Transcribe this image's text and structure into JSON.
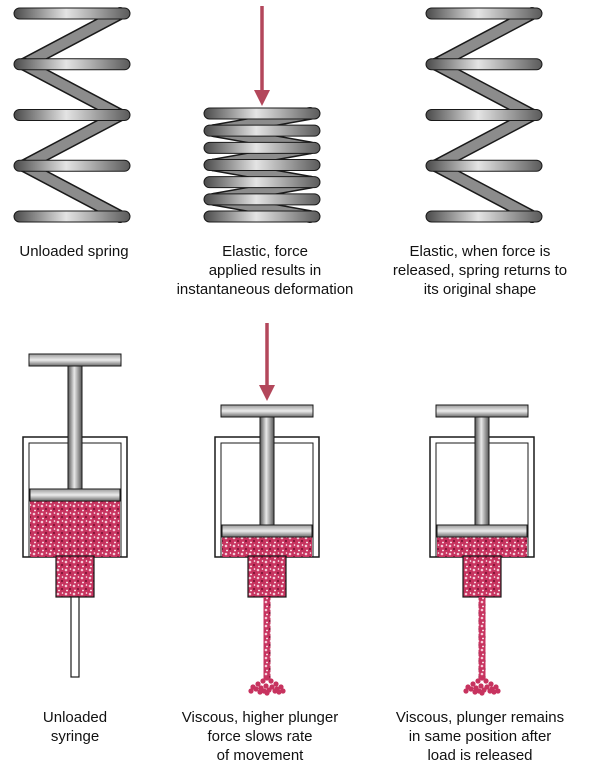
{
  "colors": {
    "arrow": "#b3475b",
    "fluid": "#c7335f",
    "metal_dark": "#4a4a4a",
    "metal_light": "#e4e4e4",
    "outline": "#1a1a1a"
  },
  "springs": [
    {
      "id": "unloaded",
      "state": "unloaded",
      "force_arrow": false,
      "caption": [
        "Unloaded spring"
      ]
    },
    {
      "id": "elastic-loaded",
      "state": "compressed",
      "force_arrow": true,
      "caption": [
        "Elastic, force",
        "applied results in",
        "instantaneous deformation"
      ]
    },
    {
      "id": "elastic-released",
      "state": "unloaded",
      "force_arrow": false,
      "caption": [
        "Elastic, when force is",
        "released, spring returns to",
        "its original shape"
      ]
    }
  ],
  "syringes": [
    {
      "id": "unloaded",
      "state": "unloaded",
      "force_arrow": false,
      "outflow": false,
      "caption": [
        "Unloaded",
        "syringe"
      ]
    },
    {
      "id": "viscous-loaded",
      "state": "pressed",
      "force_arrow": true,
      "outflow": true,
      "caption": [
        "Viscous, higher plunger",
        "force slows rate",
        "of movement"
      ]
    },
    {
      "id": "viscous-released",
      "state": "pressed",
      "force_arrow": false,
      "outflow": true,
      "caption": [
        "Viscous, plunger remains",
        "in same position after",
        "load is released"
      ]
    }
  ]
}
